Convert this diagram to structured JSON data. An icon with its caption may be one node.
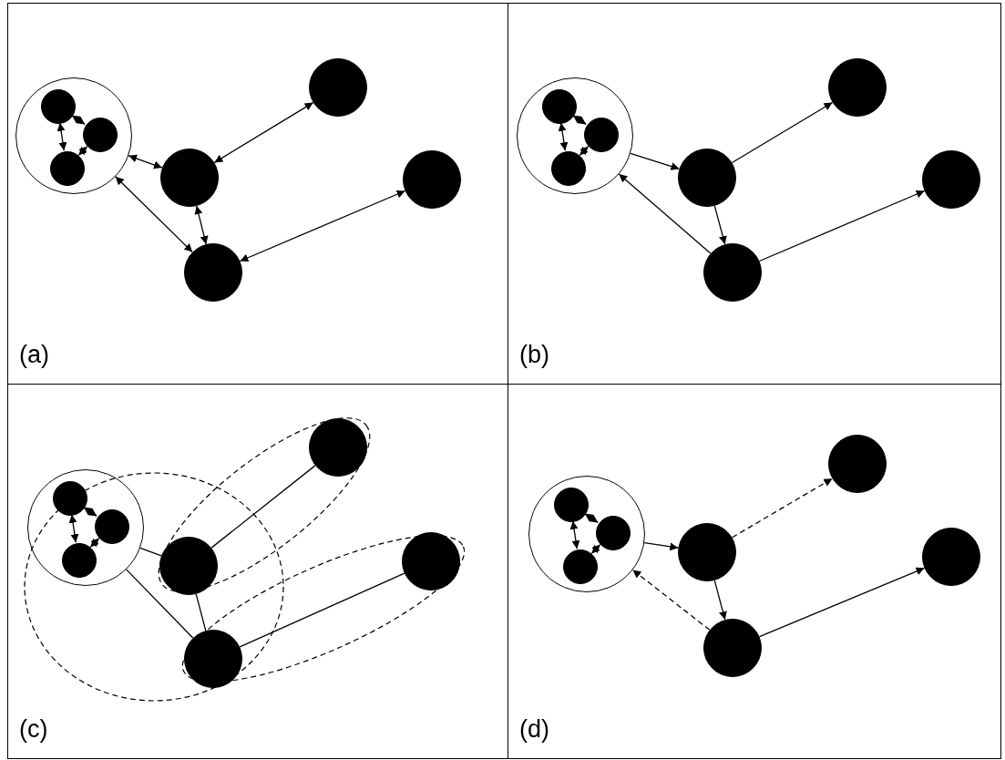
{
  "diagram": {
    "nodes": [
      {
        "text": [
          "(a)"
        ]
      },
      {
        "text": [],
        "shape": "circle",
        "in": 0
      },
      {
        "text": [],
        "shape": "circle",
        "in": 1
      },
      {
        "text": [],
        "shape": "circle",
        "in": 1
      },
      {
        "text": [],
        "shape": "circle",
        "in": 1
      },
      {
        "text": [],
        "shape": "circle",
        "in": 0
      },
      {
        "text": [],
        "shape": "circle",
        "in": 0
      },
      {
        "text": [],
        "shape": "circle",
        "in": 0
      },
      {
        "text": [],
        "shape": "circle",
        "in": 0
      },
      {
        "text": [
          "(b)"
        ]
      },
      {
        "text": [],
        "shape": "circle",
        "in": 9
      },
      {
        "text": [],
        "shape": "circle",
        "in": 10
      },
      {
        "text": [],
        "shape": "circle",
        "in": 10
      },
      {
        "text": [],
        "shape": "circle",
        "in": 10
      },
      {
        "text": [],
        "shape": "circle",
        "in": 9
      },
      {
        "text": [],
        "shape": "circle",
        "in": 9
      },
      {
        "text": [],
        "shape": "circle",
        "in": 9
      },
      {
        "text": [],
        "shape": "circle",
        "in": 9
      },
      {
        "text": [
          "(c)"
        ]
      },
      {
        "text": [],
        "shape": "circle",
        "in": 18
      },
      {
        "text": [],
        "shape": "circle",
        "in": 19
      },
      {
        "text": [],
        "shape": "circle",
        "in": 19
      },
      {
        "text": [],
        "shape": "circle",
        "in": 19
      },
      {
        "text": [],
        "shape": "circle",
        "in": 18
      },
      {
        "text": [],
        "shape": "circle",
        "in": 18
      },
      {
        "text": [],
        "shape": "circle",
        "in": 18
      },
      {
        "text": [],
        "shape": "circle",
        "in": 18
      },
      {
        "text": [
          "(d)"
        ]
      },
      {
        "text": [],
        "shape": "circle",
        "in": 27
      },
      {
        "text": [],
        "shape": "circle",
        "in": 28
      },
      {
        "text": [],
        "shape": "circle",
        "in": 28
      },
      {
        "text": [],
        "shape": "circle",
        "in": 28
      },
      {
        "text": [],
        "shape": "circle",
        "in": 27
      },
      {
        "text": [],
        "shape": "circle",
        "in": 27
      },
      {
        "text": [],
        "shape": "circle",
        "in": 27
      },
      {
        "text": [],
        "shape": "circle",
        "in": 27
      }
    ],
    "edges": [
      {
        "from": 2,
        "to": 4,
        "arrow": "both"
      },
      {
        "from": 3,
        "to": 2,
        "arrow": "both"
      },
      {
        "from": 4,
        "to": 3,
        "arrow": "both"
      },
      {
        "from": 1,
        "to": 5,
        "arrow": "both"
      },
      {
        "from": 1,
        "to": 6,
        "arrow": "both"
      },
      {
        "from": 5,
        "to": 6,
        "arrow": "both"
      },
      {
        "from": 5,
        "to": 7,
        "arrow": "both"
      },
      {
        "from": 6,
        "to": 8,
        "arrow": "both"
      },
      {
        "from": 11,
        "to": 13,
        "arrow": "both"
      },
      {
        "from": 12,
        "to": 11,
        "arrow": "both"
      },
      {
        "from": 13,
        "to": 12,
        "arrow": "both"
      },
      {
        "from": 10,
        "to": 14,
        "arrow": "to"
      },
      {
        "from": 15,
        "to": 10,
        "arrow": "to"
      },
      {
        "from": 14,
        "to": 15,
        "arrow": "to"
      },
      {
        "from": 14,
        "to": 16,
        "arrow": "to"
      },
      {
        "from": 15,
        "to": 17,
        "arrow": "to"
      },
      {
        "from": 20,
        "to": 22,
        "arrow": "both"
      },
      {
        "from": 21,
        "to": 20,
        "arrow": "both"
      },
      {
        "from": 22,
        "to": 21,
        "arrow": "both"
      },
      {
        "from": 19,
        "to": 23,
        "arrow": "none"
      },
      {
        "from": 23,
        "to": 25,
        "arrow": "none"
      },
      {
        "from": 23,
        "to": 24,
        "arrow": "none"
      },
      {
        "from": 19,
        "to": 24,
        "arrow": "none"
      },
      {
        "from": 24,
        "to": 26,
        "arrow": "none"
      },
      {
        "from": 29,
        "to": 31,
        "arrow": "both"
      },
      {
        "from": 30,
        "to": 29,
        "arrow": "both"
      },
      {
        "from": 31,
        "to": 30,
        "arrow": "both"
      },
      {
        "from": 28,
        "to": 32,
        "arrow": "to"
      },
      {
        "from": 32,
        "to": 34,
        "arrow": "to",
        "style": "dashed"
      },
      {
        "from": 32,
        "to": 33,
        "arrow": "to"
      },
      {
        "from": 33,
        "to": 28,
        "arrow": "to",
        "style": "dashed"
      },
      {
        "from": 33,
        "to": 35,
        "arrow": "to"
      }
    ]
  }
}
